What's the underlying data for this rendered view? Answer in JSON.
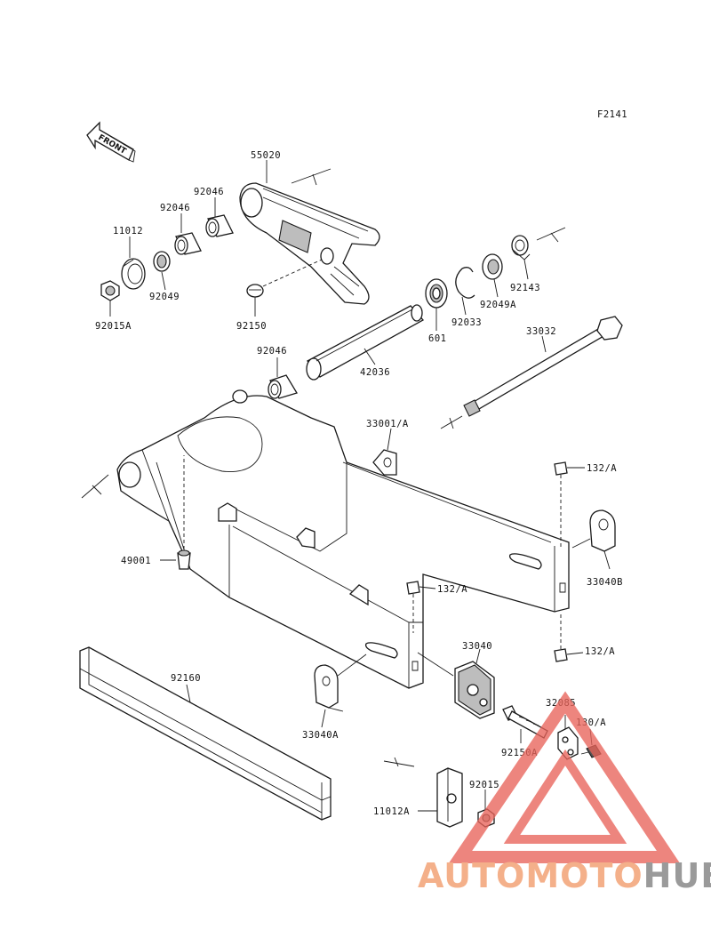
{
  "diagram": {
    "figure_code": "F2141",
    "front_label": "FRONT",
    "part_labels": {
      "p55020": "55020",
      "p92046_a": "92046",
      "p92046_b": "92046",
      "p11012": "11012",
      "p92049": "92049",
      "p92015A": "92015A",
      "p92150": "92150",
      "p92046_c": "92046",
      "p42036": "42036",
      "p601": "601",
      "p92033": "92033",
      "p92049A": "92049A",
      "p92143": "92143",
      "p33032": "33032",
      "p33001A": "33001/A",
      "p132A_top": "132/A",
      "p49001": "49001",
      "p33040B": "33040B",
      "p132A_mid": "132/A",
      "p132A_bot": "132/A",
      "p33040": "33040",
      "p92160": "92160",
      "p32085": "32085",
      "p130A": "130/A",
      "p92150A": "92150A",
      "p33040A": "33040A",
      "p92015": "92015",
      "p11012A": "11012A"
    }
  },
  "watermark": {
    "part1": "AUTOMOTO",
    "part2": "HUB",
    "color_primary": "#f4b08a",
    "color_secondary": "#9a9a9a",
    "triangle_color": "#e8645a"
  }
}
